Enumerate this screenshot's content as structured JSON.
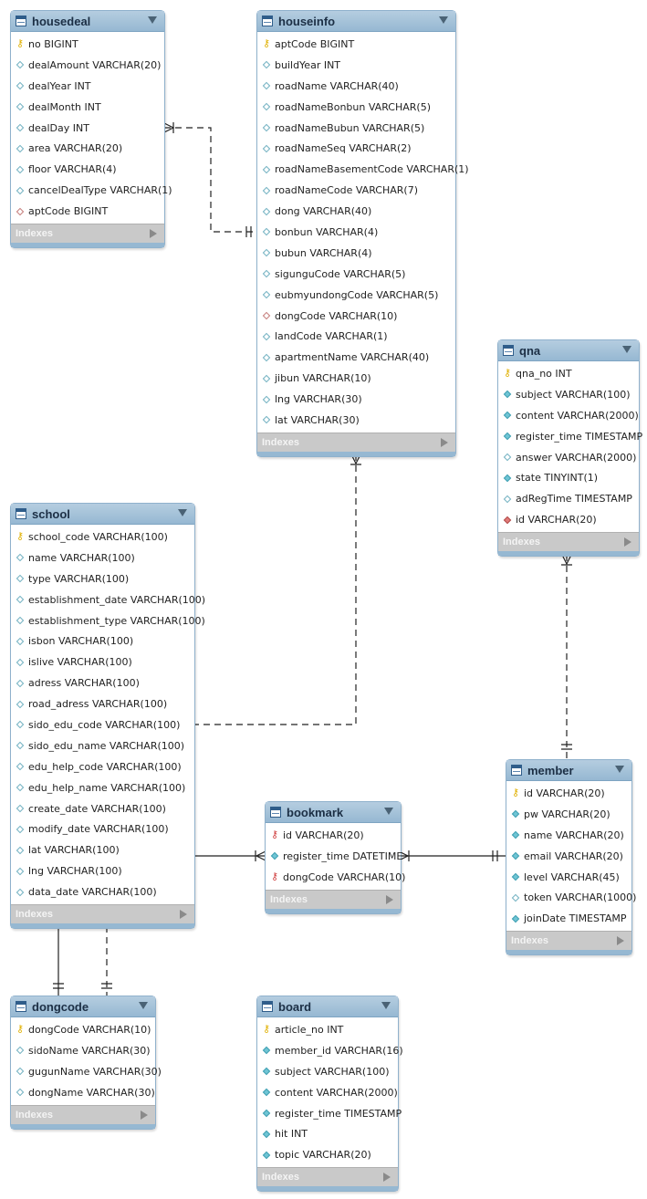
{
  "tables": [
    {
      "id": "housedeal",
      "name": "housedeal",
      "columns": [
        {
          "icon": "pk",
          "text": "no BIGINT"
        },
        {
          "icon": "open",
          "text": "dealAmount VARCHAR(20)"
        },
        {
          "icon": "open",
          "text": "dealYear INT"
        },
        {
          "icon": "open",
          "text": "dealMonth INT"
        },
        {
          "icon": "open",
          "text": "dealDay INT"
        },
        {
          "icon": "open",
          "text": "area VARCHAR(20)"
        },
        {
          "icon": "open",
          "text": "floor VARCHAR(4)"
        },
        {
          "icon": "open",
          "text": "cancelDealType VARCHAR(1)"
        },
        {
          "icon": "red",
          "text": "aptCode BIGINT"
        }
      ],
      "indexes_label": "Indexes"
    },
    {
      "id": "houseinfo",
      "name": "houseinfo",
      "columns": [
        {
          "icon": "pk",
          "text": "aptCode BIGINT"
        },
        {
          "icon": "open",
          "text": "buildYear INT"
        },
        {
          "icon": "open",
          "text": "roadName VARCHAR(40)"
        },
        {
          "icon": "open",
          "text": "roadNameBonbun VARCHAR(5)"
        },
        {
          "icon": "open",
          "text": "roadNameBubun VARCHAR(5)"
        },
        {
          "icon": "open",
          "text": "roadNameSeq VARCHAR(2)"
        },
        {
          "icon": "open",
          "text": "roadNameBasementCode VARCHAR(1)"
        },
        {
          "icon": "open",
          "text": "roadNameCode VARCHAR(7)"
        },
        {
          "icon": "open",
          "text": "dong VARCHAR(40)"
        },
        {
          "icon": "open",
          "text": "bonbun VARCHAR(4)"
        },
        {
          "icon": "open",
          "text": "bubun VARCHAR(4)"
        },
        {
          "icon": "open",
          "text": "sigunguCode VARCHAR(5)"
        },
        {
          "icon": "open",
          "text": "eubmyundongCode VARCHAR(5)"
        },
        {
          "icon": "red",
          "text": "dongCode VARCHAR(10)"
        },
        {
          "icon": "open",
          "text": "landCode VARCHAR(1)"
        },
        {
          "icon": "open",
          "text": "apartmentName VARCHAR(40)"
        },
        {
          "icon": "open",
          "text": "jibun VARCHAR(10)"
        },
        {
          "icon": "open",
          "text": "lng VARCHAR(30)"
        },
        {
          "icon": "open",
          "text": "lat VARCHAR(30)"
        }
      ],
      "indexes_label": "Indexes"
    },
    {
      "id": "qna",
      "name": "qna",
      "columns": [
        {
          "icon": "pk",
          "text": "qna_no INT"
        },
        {
          "icon": "fill",
          "text": "subject VARCHAR(100)"
        },
        {
          "icon": "fill",
          "text": "content VARCHAR(2000)"
        },
        {
          "icon": "fill",
          "text": "register_time TIMESTAMP"
        },
        {
          "icon": "open",
          "text": "answer VARCHAR(2000)"
        },
        {
          "icon": "fill",
          "text": "state TINYINT(1)"
        },
        {
          "icon": "open",
          "text": "adRegTime TIMESTAMP"
        },
        {
          "icon": "redfill",
          "text": "id VARCHAR(20)"
        }
      ],
      "indexes_label": "Indexes"
    },
    {
      "id": "school",
      "name": "school",
      "columns": [
        {
          "icon": "pk",
          "text": "school_code VARCHAR(100)"
        },
        {
          "icon": "open",
          "text": "name VARCHAR(100)"
        },
        {
          "icon": "open",
          "text": "type VARCHAR(100)"
        },
        {
          "icon": "open",
          "text": "establishment_date VARCHAR(100)"
        },
        {
          "icon": "open",
          "text": "establishment_type VARCHAR(100)"
        },
        {
          "icon": "open",
          "text": "isbon VARCHAR(100)"
        },
        {
          "icon": "open",
          "text": "islive VARCHAR(100)"
        },
        {
          "icon": "open",
          "text": "adress VARCHAR(100)"
        },
        {
          "icon": "open",
          "text": "road_adress VARCHAR(100)"
        },
        {
          "icon": "open",
          "text": "sido_edu_code VARCHAR(100)"
        },
        {
          "icon": "open",
          "text": "sido_edu_name VARCHAR(100)"
        },
        {
          "icon": "open",
          "text": "edu_help_code VARCHAR(100)"
        },
        {
          "icon": "open",
          "text": "edu_help_name VARCHAR(100)"
        },
        {
          "icon": "open",
          "text": "create_date VARCHAR(100)"
        },
        {
          "icon": "open",
          "text": "modify_date VARCHAR(100)"
        },
        {
          "icon": "open",
          "text": "lat VARCHAR(100)"
        },
        {
          "icon": "open",
          "text": "lng VARCHAR(100)"
        },
        {
          "icon": "open",
          "text": "data_date VARCHAR(100)"
        }
      ],
      "indexes_label": "Indexes"
    },
    {
      "id": "member",
      "name": "member",
      "columns": [
        {
          "icon": "pk",
          "text": "id VARCHAR(20)"
        },
        {
          "icon": "fill",
          "text": "pw VARCHAR(20)"
        },
        {
          "icon": "fill",
          "text": "name VARCHAR(20)"
        },
        {
          "icon": "fill",
          "text": "email VARCHAR(20)"
        },
        {
          "icon": "fill",
          "text": "level VARCHAR(45)"
        },
        {
          "icon": "open",
          "text": "token VARCHAR(1000)"
        },
        {
          "icon": "fill",
          "text": "joinDate TIMESTAMP"
        }
      ],
      "indexes_label": "Indexes"
    },
    {
      "id": "bookmark",
      "name": "bookmark",
      "columns": [
        {
          "icon": "fk",
          "text": "id VARCHAR(20)"
        },
        {
          "icon": "fill",
          "text": "register_time DATETIME"
        },
        {
          "icon": "fk",
          "text": "dongCode VARCHAR(10)"
        }
      ],
      "indexes_label": "Indexes"
    },
    {
      "id": "dongcode",
      "name": "dongcode",
      "columns": [
        {
          "icon": "pk",
          "text": "dongCode VARCHAR(10)"
        },
        {
          "icon": "open",
          "text": "sidoName VARCHAR(30)"
        },
        {
          "icon": "open",
          "text": "gugunName VARCHAR(30)"
        },
        {
          "icon": "open",
          "text": "dongName VARCHAR(30)"
        }
      ],
      "indexes_label": "Indexes"
    },
    {
      "id": "board",
      "name": "board",
      "columns": [
        {
          "icon": "pk",
          "text": "article_no INT"
        },
        {
          "icon": "fill",
          "text": "member_id VARCHAR(16)"
        },
        {
          "icon": "fill",
          "text": "subject VARCHAR(100)"
        },
        {
          "icon": "fill",
          "text": "content VARCHAR(2000)"
        },
        {
          "icon": "fill",
          "text": "register_time TIMESTAMP"
        },
        {
          "icon": "fill",
          "text": "hit INT"
        },
        {
          "icon": "fill",
          "text": "topic VARCHAR(20)"
        }
      ],
      "indexes_label": "Indexes"
    }
  ],
  "relationships": [
    {
      "from": "housedeal",
      "to": "houseinfo",
      "style": "dashed"
    },
    {
      "from": "houseinfo",
      "to": "school",
      "style": "dashed"
    },
    {
      "from": "qna",
      "to": "member",
      "style": "dashed"
    },
    {
      "from": "school",
      "to": "bookmark",
      "style": "solid"
    },
    {
      "from": "bookmark",
      "to": "member",
      "style": "solid"
    },
    {
      "from": "school",
      "to": "dongcode",
      "style": "solid"
    },
    {
      "from": "school",
      "to": "dongcode",
      "style": "dashed"
    }
  ],
  "colors": {
    "header": "#96b8d2",
    "line": "#222222",
    "indexes_bar": "#c9c9c9"
  }
}
